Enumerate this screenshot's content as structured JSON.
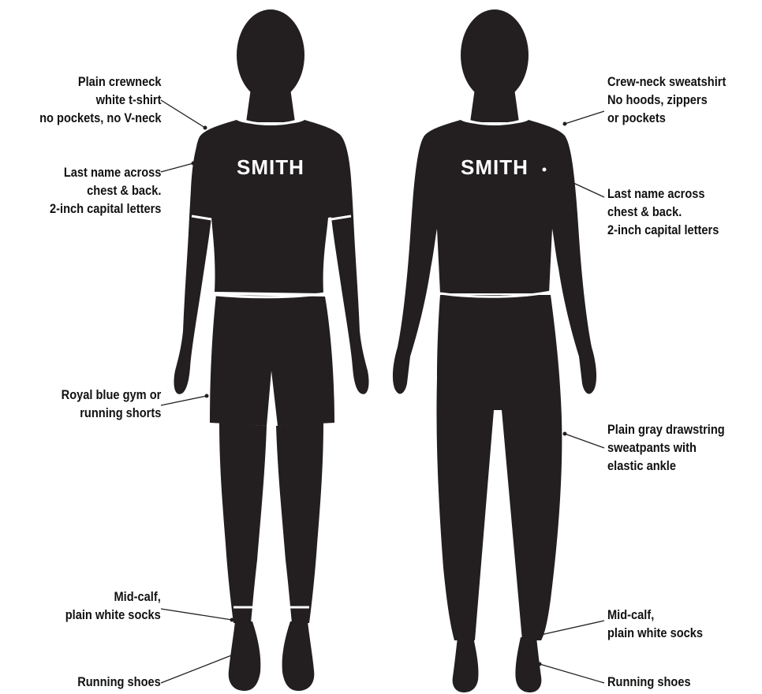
{
  "figures": {
    "left": {
      "chest_text": "SMITH",
      "callouts": {
        "tshirt": [
          "Plain crewneck",
          "white t-shirt",
          "no pockets, no V-neck"
        ],
        "name": [
          "Last name across",
          "chest & back.",
          "2-inch capital letters"
        ],
        "shorts": [
          "Royal blue gym or",
          "running shorts"
        ],
        "socks": [
          "Mid-calf,",
          "plain white socks"
        ],
        "shoes": [
          "Running shoes"
        ]
      }
    },
    "right": {
      "chest_text": "SMITH",
      "callouts": {
        "sweatshirt": [
          "Crew-neck sweatshirt",
          "No hoods, zippers",
          "or pockets"
        ],
        "name": [
          "Last name across",
          "chest & back.",
          "2-inch capital letters"
        ],
        "sweatpants": [
          "Plain gray drawstring",
          "sweatpants with",
          "elastic ankle"
        ],
        "socks": [
          "Mid-calf,",
          "plain white socks"
        ],
        "shoes": [
          "Running shoes"
        ]
      }
    }
  },
  "colors": {
    "silhouette": "#231f20",
    "trim": "#ffffff",
    "text": "#111111",
    "leader": "#231f20"
  }
}
